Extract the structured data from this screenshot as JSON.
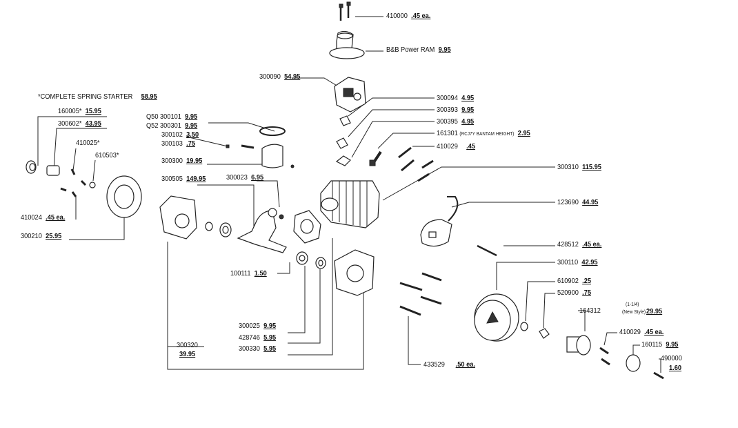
{
  "parts": {
    "p410000": {
      "num": "410000",
      "price": ".45 ea."
    },
    "power_ram": {
      "num": "B&B Power RAM",
      "price": "9.95"
    },
    "p300090": {
      "num": "300090",
      "price": "54.95"
    },
    "spring_starter": {
      "num": "*COMPLETE SPRING STARTER",
      "price": "58.95"
    },
    "p160005": {
      "num": "160005*",
      "price": "15.95"
    },
    "p300602": {
      "num": "300602*",
      "price": "43.95"
    },
    "p410025": {
      "num": "410025*"
    },
    "p610503": {
      "num": "610503*"
    },
    "p410024": {
      "num": "410024",
      "price": ".45 ea."
    },
    "p300210": {
      "num": "300210",
      "price": "25.95"
    },
    "q50": {
      "num": "Q50 300101",
      "price": "9.95"
    },
    "q52": {
      "num": "Q52 300301",
      "price": "9.95"
    },
    "p300102": {
      "num": "300102",
      "price": "3.50"
    },
    "p300103": {
      "num": "300103",
      "price": ".75"
    },
    "p300300": {
      "num": "300300",
      "price": "19.95"
    },
    "p300505": {
      "num": "300505",
      "price": "149.95"
    },
    "p300023": {
      "num": "300023",
      "price": "6.95"
    },
    "p100111": {
      "num": "100111",
      "price": "1.50"
    },
    "p300025": {
      "num": "300025",
      "price": "9.95"
    },
    "p428746": {
      "num": "428746",
      "price": "5.95"
    },
    "p300330": {
      "num": "300330",
      "price": "5.95"
    },
    "p300320": {
      "num": "300320",
      "price": "39.95"
    },
    "p300094": {
      "num": "300094",
      "price": "4.95"
    },
    "p300393": {
      "num": "300393",
      "price": "9.95"
    },
    "p300395": {
      "num": "300395",
      "price": "4.95"
    },
    "p161301": {
      "num": "161301",
      "note": "(RCJ7Y BANTAM HEIGHT)",
      "price": "2.95"
    },
    "p410029a": {
      "num": "410029",
      "price": ".45"
    },
    "p300310": {
      "num": "300310",
      "price": "115.95"
    },
    "p123690": {
      "num": "123690",
      "price": "44.95"
    },
    "p428512": {
      "num": "428512",
      "price": ".45 ea."
    },
    "p300110": {
      "num": "300110",
      "price": "42.95"
    },
    "p610902": {
      "num": "610902",
      "price": ".25"
    },
    "p520900": {
      "num": "520900",
      "price": ".75"
    },
    "p164312": {
      "num": "164312",
      "note1": "(1-1/4)",
      "note2": "(New Style)",
      "price": "29.95"
    },
    "p410029b": {
      "num": "410029",
      "price": ".45 ea."
    },
    "p160115": {
      "num": "160115",
      "price": "9.95"
    },
    "p490000": {
      "num": "490000",
      "price": "1.60"
    },
    "p433529": {
      "num": "433529",
      "price": ".50 ea."
    }
  }
}
